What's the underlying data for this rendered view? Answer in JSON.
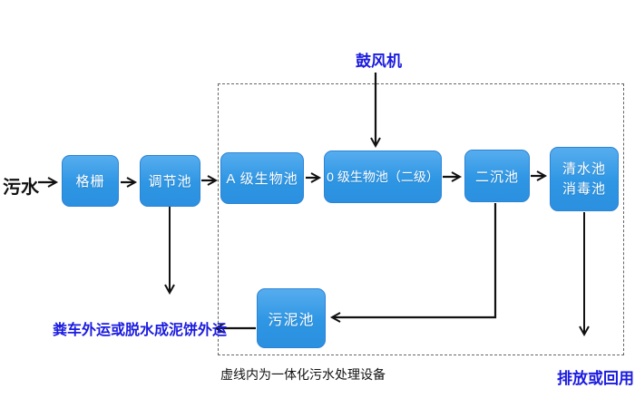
{
  "diagram": {
    "source_label": "污水",
    "blower_label": "鼓风机",
    "disposal_label": "粪车外运或脱水成泥饼外运",
    "boundary_note": "虚线内为一体化污水处理设备",
    "discharge_label": "排放或回用",
    "nodes": {
      "grid": "格栅",
      "regulating": "调节池",
      "a_bio": "A 级生物池",
      "o_bio": "0 级生物池（二级）",
      "secondary_sedimentation": "二沉池",
      "clear_water": "清水池",
      "disinfection": "消毒池",
      "sludge": "污泥池"
    },
    "colors": {
      "box_fill": "#2E96E4",
      "box_fill_highlight": "#56ADEE",
      "box_border": "#2C83D5",
      "blue_label_text": "#1B1BE0",
      "black_text": "#111111",
      "arrow": "#111111",
      "boundary_dash": "#666666"
    }
  }
}
